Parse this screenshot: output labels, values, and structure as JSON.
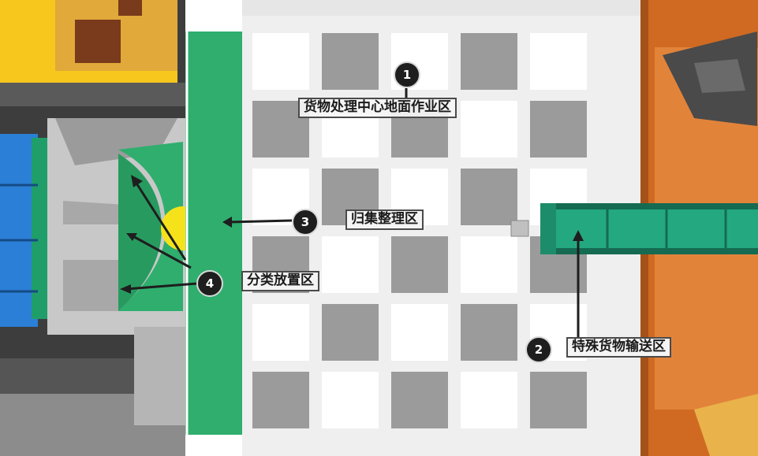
{
  "zones": [
    {
      "number": "1",
      "name": "货物处理中心地面作业区"
    },
    {
      "number": "2",
      "name": "特殊货物输送区"
    },
    {
      "number": "3",
      "name": "归集整理区"
    },
    {
      "number": "4",
      "name": "分类放置区"
    }
  ],
  "colors": {
    "green_strip": "#2fae6e",
    "conveyor": "#24a880",
    "yellow_roof": "#f7c71d",
    "orange_roof": "#d06a22",
    "blue_containers": "#2b7fd6",
    "tile_dark": "#9b9b9b",
    "tile_light": "#ffffff",
    "highlight": "#f6e21a"
  }
}
